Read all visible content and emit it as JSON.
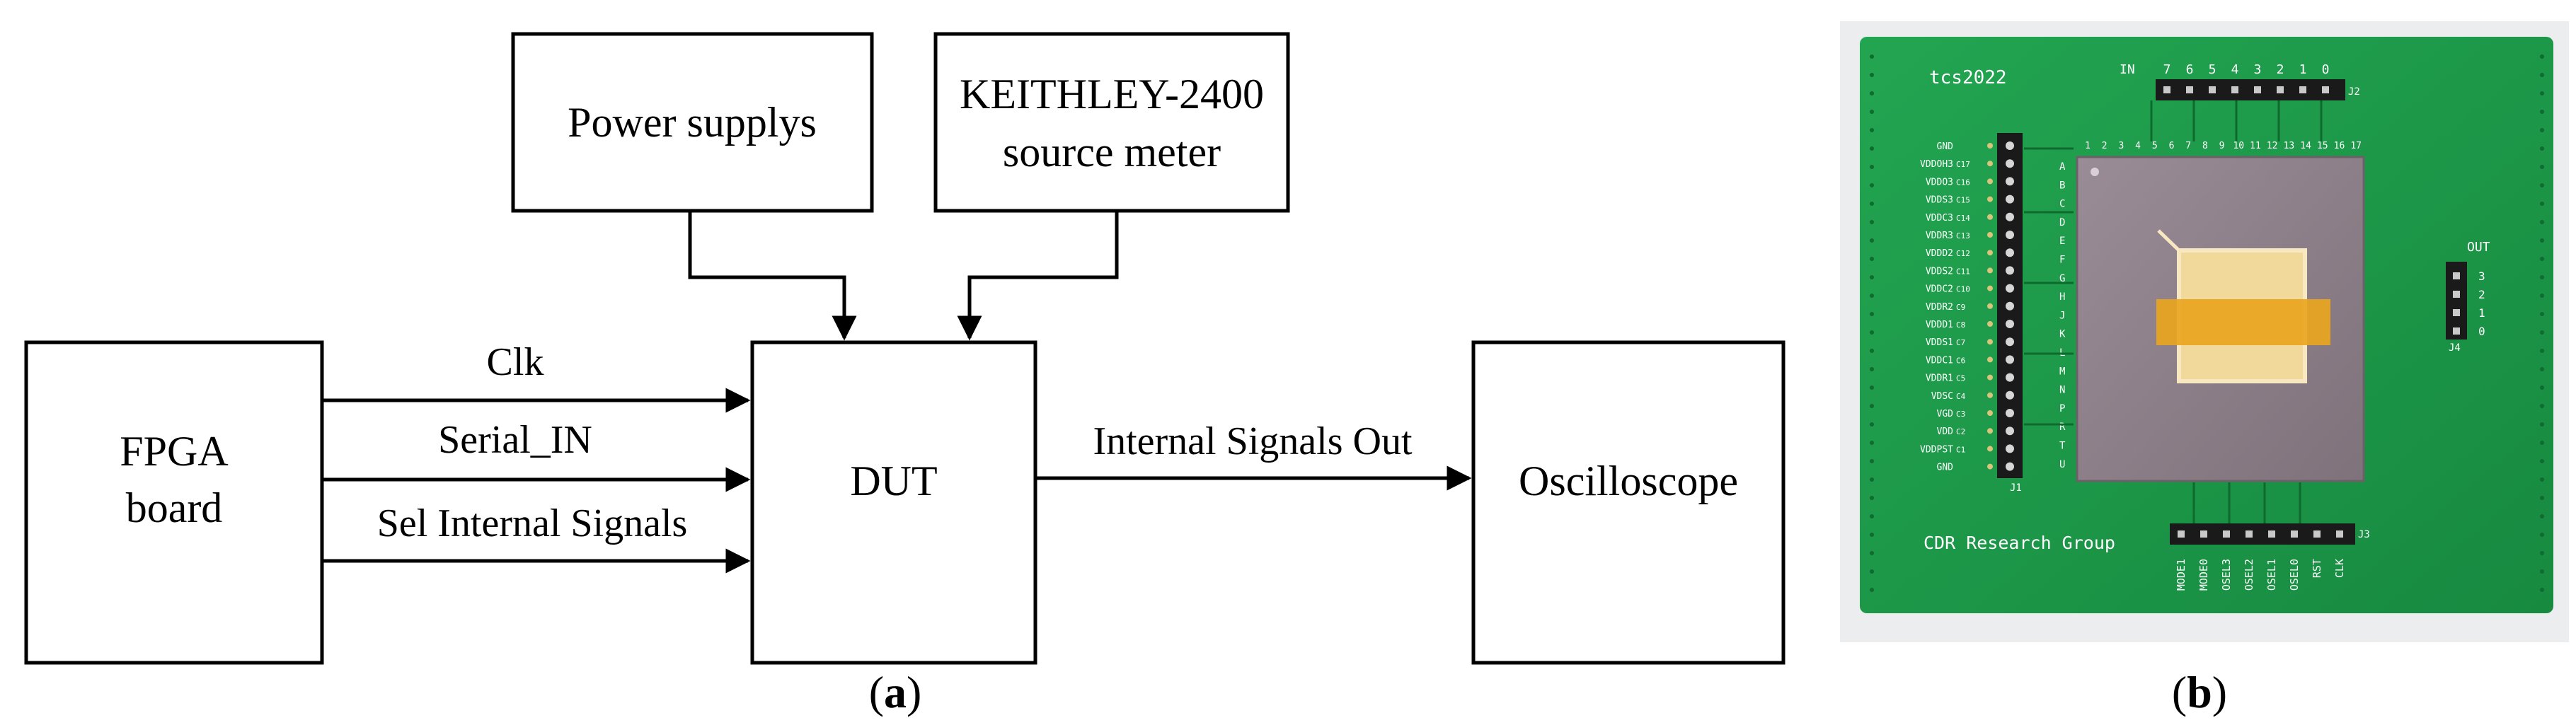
{
  "diagram": {
    "blocks": {
      "power": "Power supplys",
      "keithley_line1": "KEITHLEY-2400",
      "keithley_line2": "source meter",
      "fpga_line1": "FPGA",
      "fpga_line2": "board",
      "dut": "DUT",
      "scope": "Oscilloscope"
    },
    "signals": {
      "clk": "Clk",
      "serial_in": "Serial_IN",
      "sel": "Sel Internal Signals",
      "out": "Internal Signals Out"
    },
    "caption_a_open": "(",
    "caption_a_letter": "a",
    "caption_a_close": ")"
  },
  "photo": {
    "board_name": "tcs2022",
    "group": "CDR Research Group",
    "in_label": "IN",
    "in_pins": [
      "7",
      "6",
      "5",
      "4",
      "3",
      "2",
      "1",
      "0"
    ],
    "out_label": "OUT",
    "out_pins": [
      "3",
      "2",
      "1",
      "0"
    ],
    "top_numbers": [
      "1",
      "2",
      "3",
      "4",
      "5",
      "6",
      "7",
      "8",
      "9",
      "10",
      "11",
      "12",
      "13",
      "14",
      "15",
      "16",
      "17"
    ],
    "row_letters": [
      "A",
      "B",
      "C",
      "D",
      "E",
      "F",
      "G",
      "H",
      "J",
      "K",
      "L",
      "M",
      "N",
      "P",
      "R",
      "T",
      "U"
    ],
    "left_labels": [
      "GND",
      "VDDOH3",
      "VDDO3",
      "VDDS3",
      "VDDC3",
      "VDDR3",
      "VDDD2",
      "VDDS2",
      "VDDC2",
      "VDDR2",
      "VDDD1",
      "VDDS1",
      "VDDC1",
      "VDDR1",
      "VDSC",
      "VGD",
      "VDD",
      "VDDPST",
      "GND"
    ],
    "left_codes": [
      "",
      "C17",
      "C16",
      "C15",
      "C14",
      "C13",
      "C12",
      "C11",
      "C10",
      "C9",
      "C8",
      "C7",
      "C6",
      "C5",
      "C4",
      "C3",
      "C2",
      "C1",
      ""
    ],
    "bottom_labels": [
      "MODE1",
      "MODE0",
      "OSEL3",
      "OSEL2",
      "OSEL1",
      "OSEL0",
      "RST",
      "CLK"
    ],
    "j_labels": [
      "J1",
      "J2",
      "J3",
      "J4"
    ],
    "caption_b_open": "(",
    "caption_b_letter": "b",
    "caption_b_close": ")",
    "colors": {
      "pcb": "#1f9a4a",
      "pcb_dark": "#137a37",
      "chip": "#8e8089",
      "gold": "#e9a51f"
    }
  }
}
